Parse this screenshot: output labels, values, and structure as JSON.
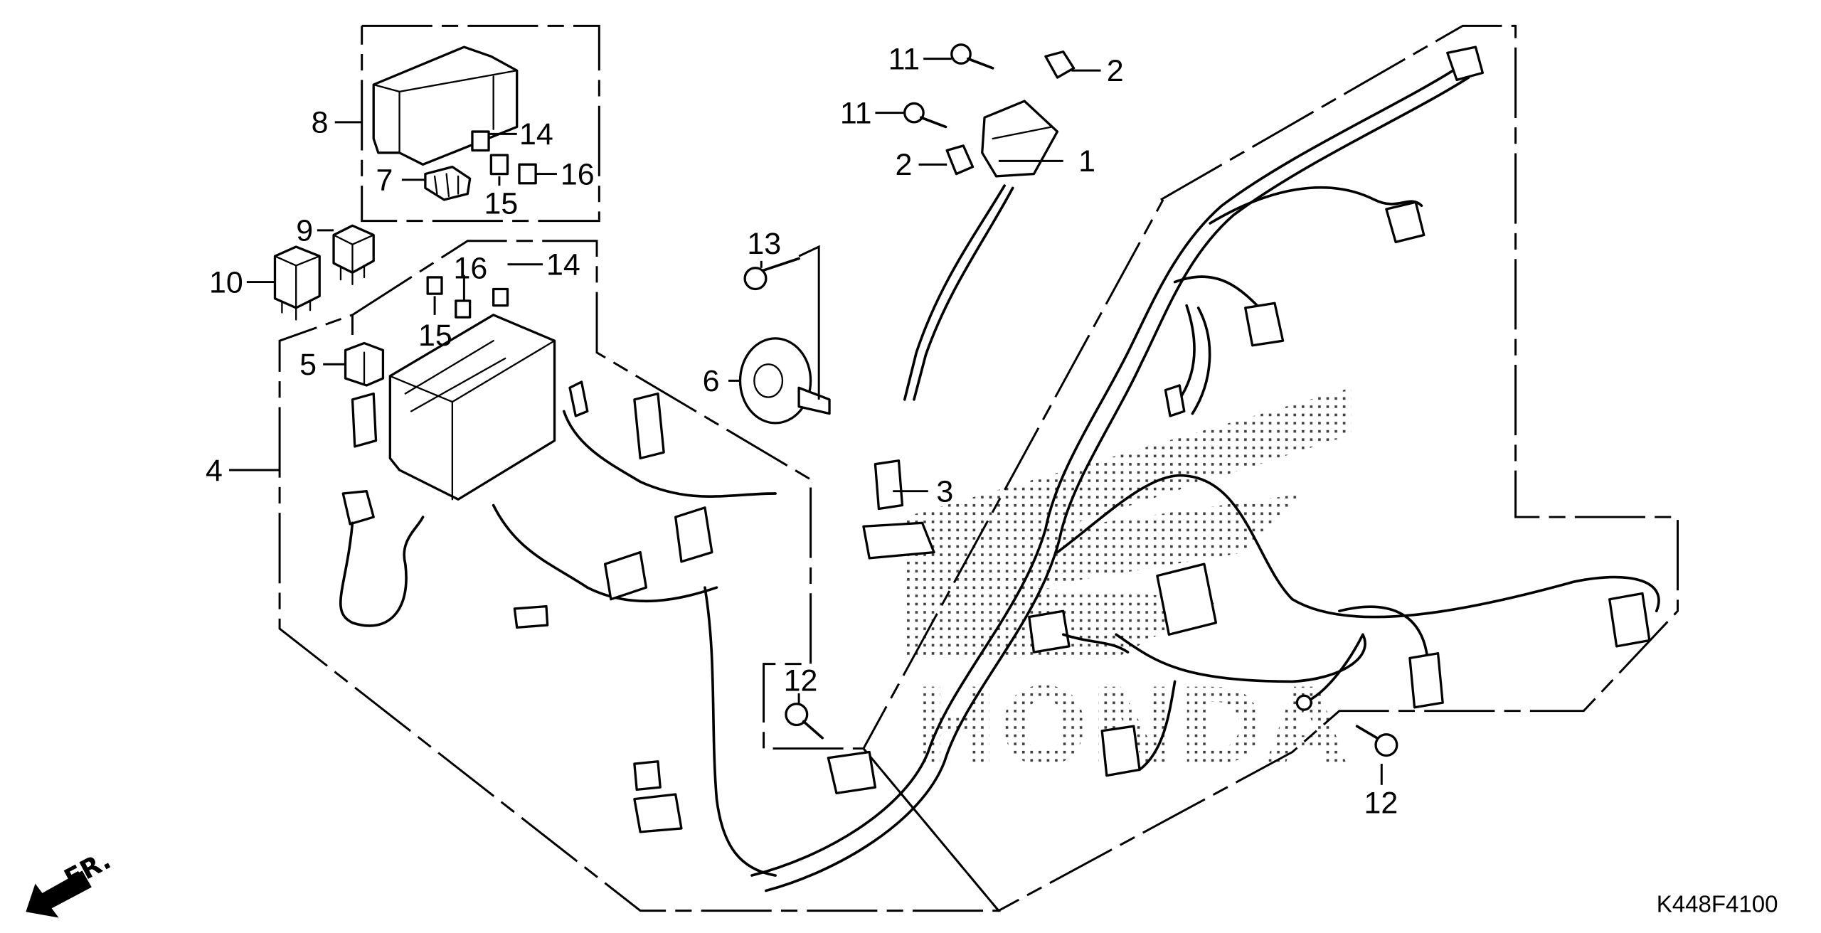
{
  "diagram": {
    "title": "Wire harness / ignition coil parts diagram",
    "diagram_code": "K448F4100",
    "direction_indicator": "FR.",
    "watermark": "HONDA"
  },
  "callouts": [
    {
      "number": "1",
      "part": "ignition coil"
    },
    {
      "number": "2",
      "part": "coil mounting clip"
    },
    {
      "number": "2",
      "part": "coil mounting clip"
    },
    {
      "number": "3",
      "part": "spark plug cap"
    },
    {
      "number": "4",
      "part": "main wire harness"
    },
    {
      "number": "5",
      "part": "connector"
    },
    {
      "number": "6",
      "part": "horn"
    },
    {
      "number": "7",
      "part": "fuse connector"
    },
    {
      "number": "8",
      "part": "fuse box cover"
    },
    {
      "number": "9",
      "part": "relay"
    },
    {
      "number": "10",
      "part": "relay"
    },
    {
      "number": "11",
      "part": "bolt"
    },
    {
      "number": "11",
      "part": "bolt"
    },
    {
      "number": "12",
      "part": "ground bolt"
    },
    {
      "number": "12",
      "part": "ground bolt"
    },
    {
      "number": "13",
      "part": "horn bolt"
    },
    {
      "number": "14",
      "part": "fuse"
    },
    {
      "number": "14",
      "part": "fuse"
    },
    {
      "number": "15",
      "part": "fuse"
    },
    {
      "number": "15",
      "part": "fuse"
    },
    {
      "number": "16",
      "part": "fuse"
    },
    {
      "number": "16",
      "part": "fuse"
    }
  ]
}
